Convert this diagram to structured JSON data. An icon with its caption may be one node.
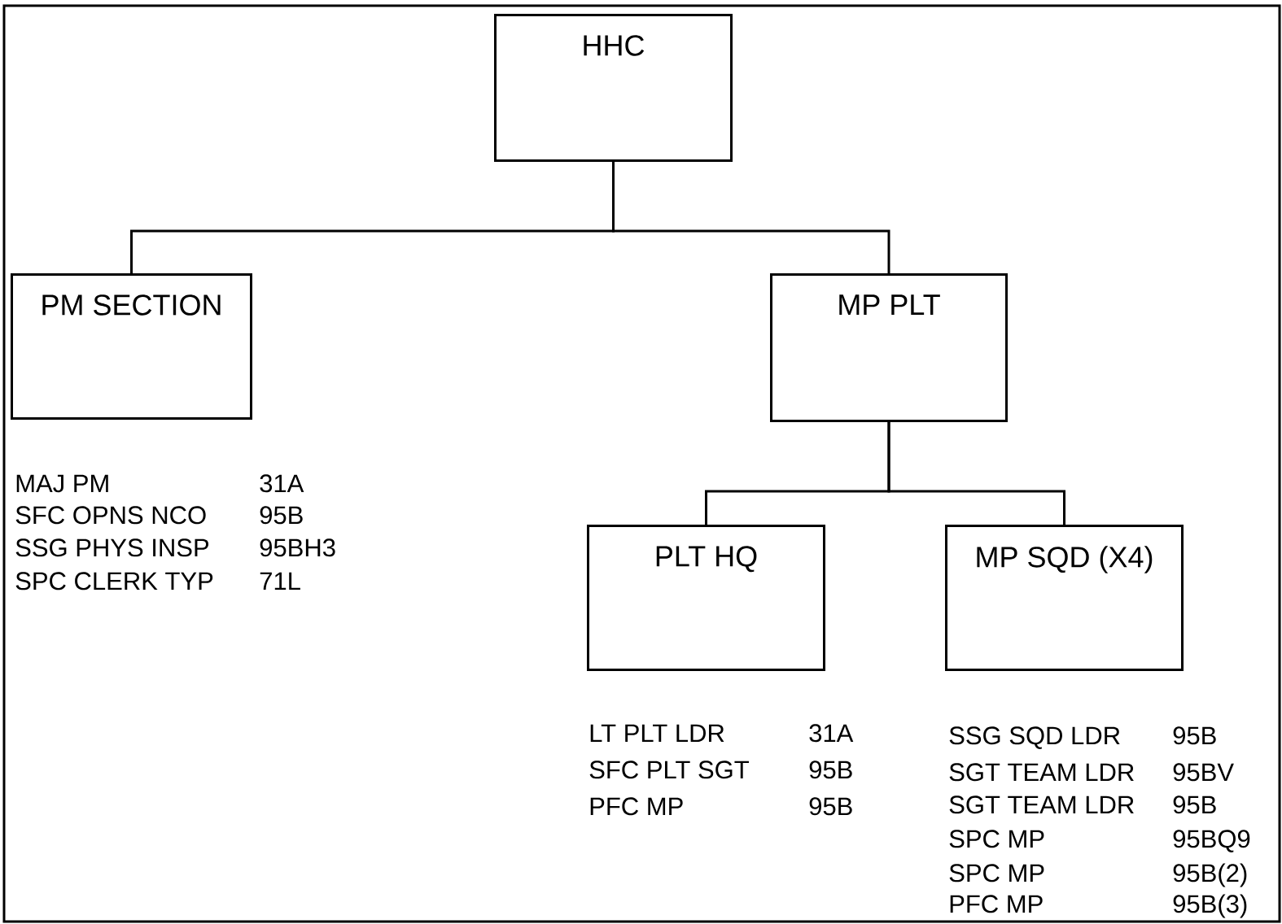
{
  "diagram": {
    "nodes": [
      {
        "text": [
          "HHC"
        ]
      },
      {
        "text": [
          "PM SECTION"
        ],
        "beside": [
          "MAJ PM",
          "31A",
          "SFC OPNS NCO",
          "95B",
          "SSG PHYS INSP",
          "95BH3",
          "SPC CLERK TYP",
          "71L"
        ]
      },
      {
        "text": [
          "MP PLT"
        ]
      },
      {
        "text": [
          "PLT HQ"
        ],
        "beside": [
          "LT PLT LDR",
          "31A",
          "SFC PLT SGT",
          "95B",
          "PFC MP",
          "95B"
        ]
      },
      {
        "text": [
          "MP SQD (X4)"
        ],
        "beside": [
          "SSG SQD LDR",
          "95B",
          "SGT TEAM LDR",
          "95BV",
          "SGT TEAM LDR",
          "95B",
          "SPC MP",
          "95BQ9",
          "SPC MP",
          "95B(2)",
          "PFC MP",
          "95B(3)"
        ]
      }
    ],
    "edges": [
      {
        "from": 0,
        "to": 1,
        "arrow": "none"
      },
      {
        "from": 0,
        "to": 2,
        "arrow": "none"
      },
      {
        "from": 2,
        "to": 3,
        "arrow": "none"
      },
      {
        "from": 2,
        "to": 4,
        "arrow": "none"
      }
    ]
  }
}
